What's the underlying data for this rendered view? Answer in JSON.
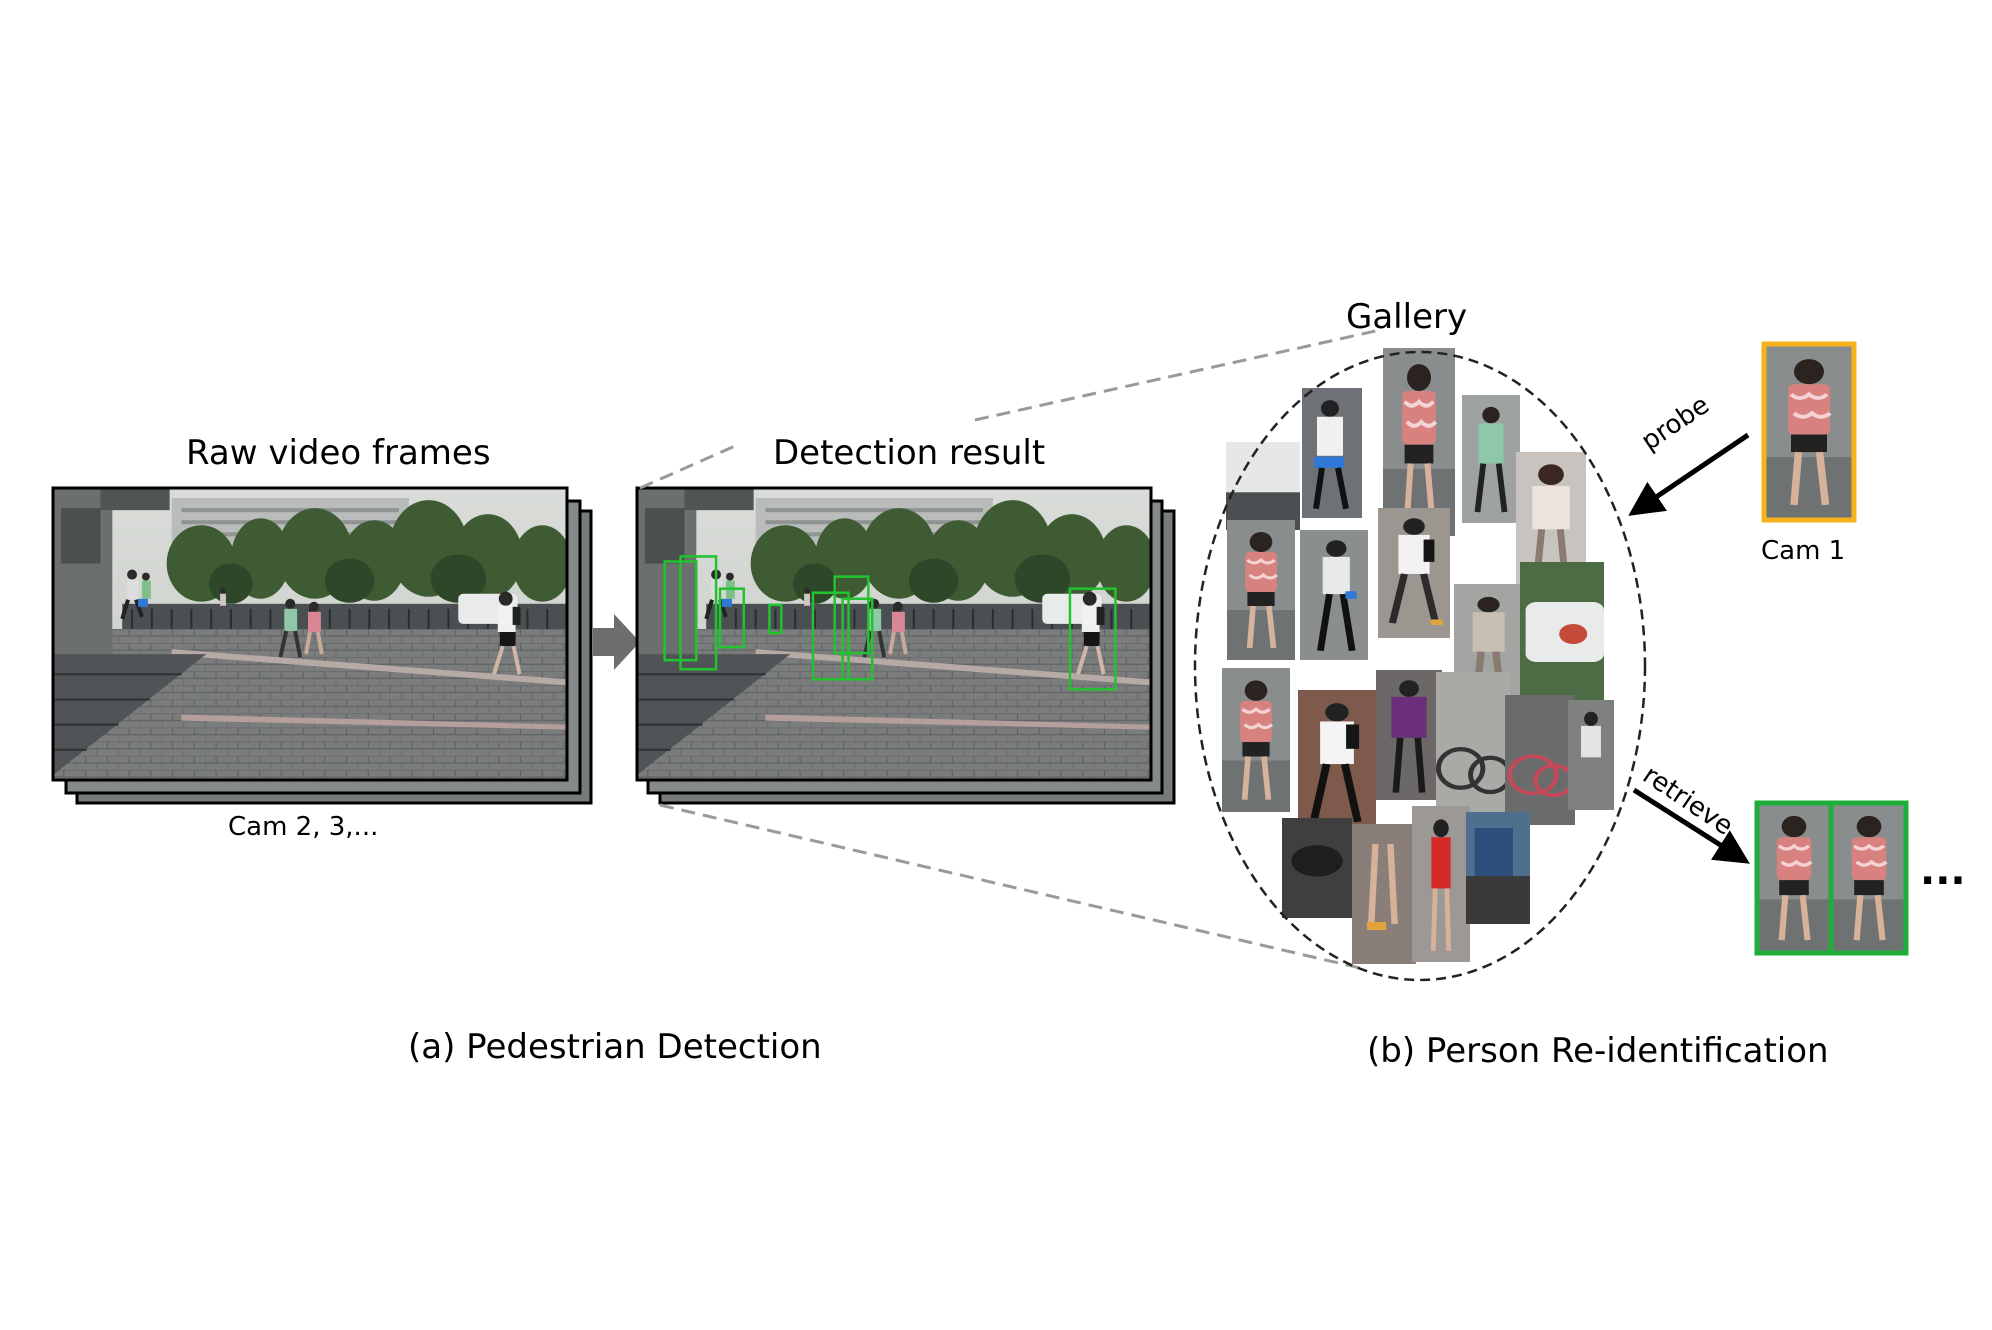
{
  "panel_a": {
    "raw_frames_title": "Raw video frames",
    "raw_frames_camera": "Cam 2, 3,...",
    "detection_title": "Detection result",
    "caption": "(a) Pedestrian Detection"
  },
  "panel_b": {
    "gallery_title": "Gallery",
    "probe_label": "probe",
    "probe_camera": "Cam 1",
    "retrieve_label": "retrieve",
    "ellipsis": "...",
    "caption": "(b) Person Re-identification"
  },
  "colors": {
    "frame_border": "#000000",
    "detection_box": "#22c32e",
    "probe_border": "#f5b21b",
    "retrieve_border": "#1fae3a",
    "zoom_line": "#9a9a9a",
    "arrow": "#6e6e6e"
  }
}
